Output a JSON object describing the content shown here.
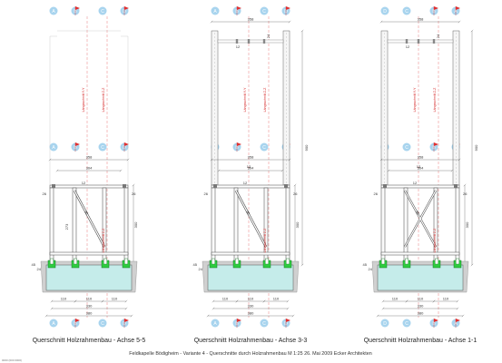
{
  "footer": "Feldkapelle Bödigheim - Variante 4 - Querschnitte durch Holzrahmenbau   M 1:25   26. Mai 2009   Ecker Architekten",
  "margin_note": "0000 (000 0000)",
  "axis_marker_color": "#a8d4ee",
  "flag_color": "#e03030",
  "foundation_color": "#c5ecea",
  "ground_color": "#d0d0d0",
  "sections": [
    {
      "title": "Querschnitt Holzrahmenbau - Achse 5-5",
      "axes": [
        "A",
        "B",
        "C",
        "D"
      ],
      "flags": [
        false,
        true,
        false,
        true
      ],
      "tall": false,
      "bracing": "single",
      "dims_top": {
        "outer": "358",
        "inner": "304",
        "post": "12"
      },
      "dims_frame": {
        "left": "26",
        "right": "26",
        "small": "12",
        "diag": "36",
        "height": "273",
        "total": "300"
      },
      "dims_bottom": {
        "bay1": "110",
        "bay2": "110",
        "bay3": "110",
        "inner": "330",
        "outer": "380"
      },
      "dims_ground": {
        "a": "45",
        "b": "24"
      },
      "labels": {
        "lv": "Längsschnitt Y-Y",
        "lz": "Längsschnitt Z-Z"
      }
    },
    {
      "title": "Querschnitt Holzrahmenbau - Achse 3-3",
      "axes": [
        "A",
        "B",
        "C",
        "D"
      ],
      "flags": [
        false,
        true,
        false,
        true
      ],
      "tall": true,
      "bracing": "single",
      "dims_top": {
        "outer": "358",
        "inner": "304",
        "post": "12",
        "rail": "24",
        "height": "900"
      },
      "dims_frame": {
        "left": "26",
        "right": "26",
        "small": "12",
        "diag": "36",
        "height": "",
        "total": "300"
      },
      "dims_bottom": {
        "bay1": "110",
        "bay2": "110",
        "bay3": "110",
        "inner": "330",
        "outer": "380"
      },
      "dims_ground": {
        "a": "45",
        "b": "24"
      },
      "labels": {
        "lv": "Längsschnitt Y-Y",
        "lz": "Längsschnitt Z-Z"
      }
    },
    {
      "title": "Querschnitt Holzrahmenbau - Achse 1-1",
      "axes": [
        "D",
        "C",
        "B",
        "A"
      ],
      "flags": [
        false,
        false,
        true,
        true
      ],
      "tall": true,
      "bracing": "x",
      "dims_top": {
        "outer": "358",
        "inner": "304",
        "post": "12",
        "rail": "24",
        "height": "900"
      },
      "dims_frame": {
        "left": "26",
        "right": "26",
        "small": "12",
        "diag": "36",
        "height": "",
        "total": "300"
      },
      "dims_bottom": {
        "bay1": "110",
        "bay2": "110",
        "bay3": "110",
        "inner": "330",
        "outer": "380"
      },
      "dims_ground": {
        "a": "45",
        "b": "24"
      },
      "labels": {
        "lv": "Längsschnitt Y-Y",
        "lz": "Längsschnitt Z-Z"
      }
    }
  ]
}
